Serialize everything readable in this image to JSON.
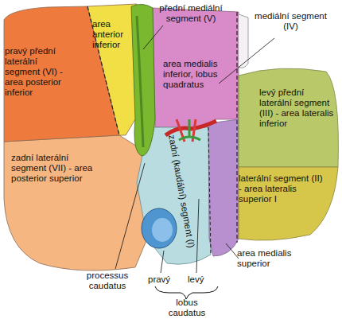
{
  "diagram": {
    "labels": [
      "přední mediální segment (V)",
      "mediální segment (IV)",
      "area anterior inferior",
      "pravý přední laterální segment (VI) - area posterior inferior",
      "area medialis inferior, lobus quadratus",
      "levý přední laterální segment (III) - area lateralis inferior",
      "zadní laterální segment (VII) - area posterior superior",
      "zadní (kaudální) segment (I)",
      "laterální segment (II) - area lateralis superior I",
      "processus caudatus",
      "pravý",
      "levý",
      "lobus caudatus",
      "area medialis superior"
    ]
  }
}
